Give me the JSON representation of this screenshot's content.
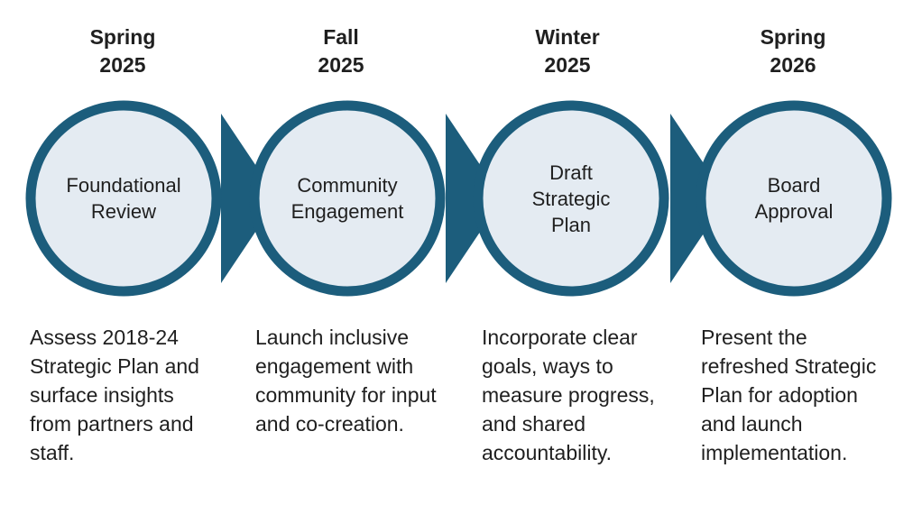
{
  "colors": {
    "ring": "#1c5d7c",
    "circle_fill": "#e4ebf2",
    "text": "#1f1f1f"
  },
  "stages": [
    {
      "period_line1": "Spring",
      "period_line2": "2025",
      "label_lines": [
        "Foundational",
        "Review"
      ],
      "description": "Assess 2018-24 Strategic Plan and surface insights from partners and staff."
    },
    {
      "period_line1": "Fall",
      "period_line2": "2025",
      "label_lines": [
        "Community",
        "Engagement"
      ],
      "description": "Launch inclusive engagement with community for input and co-creation."
    },
    {
      "period_line1": "Winter",
      "period_line2": "2025",
      "label_lines": [
        "Draft",
        "Strategic",
        "Plan"
      ],
      "description": "Incorporate clear goals, ways to measure progress, and shared accountability."
    },
    {
      "period_line1": "Spring",
      "period_line2": "2026",
      "label_lines": [
        "Board",
        "Approval"
      ],
      "description": "Present the refreshed Strategic Plan for adoption and launch implementation."
    }
  ]
}
